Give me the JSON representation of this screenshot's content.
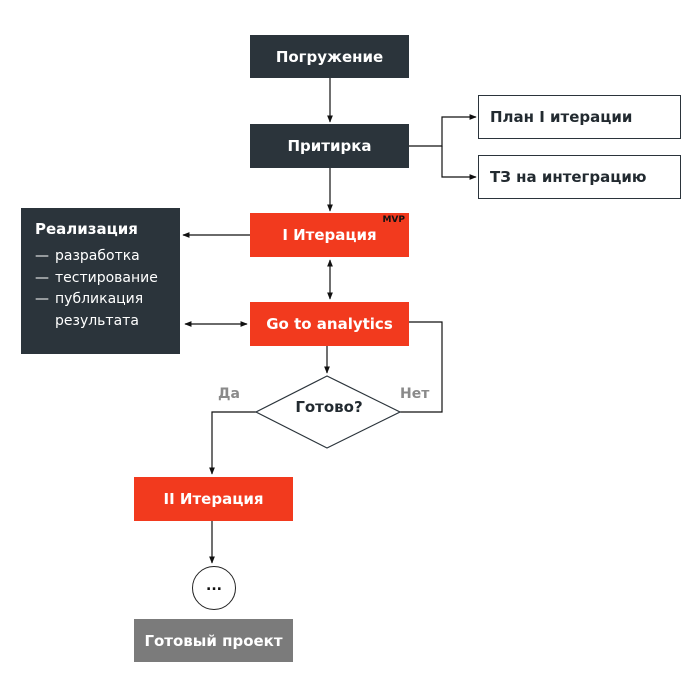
{
  "nodes": {
    "immersion": "Погружение",
    "fitting": "Притирка",
    "plan": "План I итерации",
    "spec": "ТЗ на интеграцию",
    "iteration1": "I Итерация",
    "mvp_tag": "MVP",
    "analytics": "Go to analytics",
    "ready": "Готово?",
    "iteration2": "II Итерация",
    "ellipsis": "...",
    "final": "Готовый проект"
  },
  "realization": {
    "title": "Реализация",
    "dash": "—",
    "items": [
      "разработка",
      "тестирование",
      "публикация",
      "результата"
    ]
  },
  "branches": {
    "yes": "Да",
    "no": "Нет"
  },
  "colors": {
    "dark": "#2b343b",
    "accent_red": "#f23a1e",
    "grey": "#7b7b7b",
    "muted_text": "#8a8a8a"
  }
}
